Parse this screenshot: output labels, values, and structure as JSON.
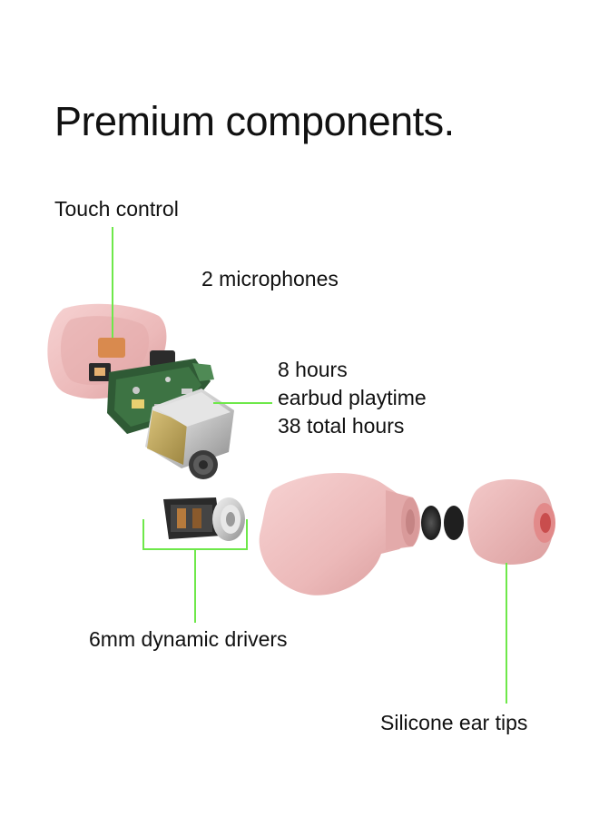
{
  "heading": "Premium components.",
  "features": {
    "touch_control": "Touch control",
    "microphones": "2 microphones",
    "battery": {
      "line1": "8 hours",
      "line2": "earbud playtime",
      "line3": "38 total hours"
    },
    "drivers": "6mm dynamic drivers",
    "ear_tips": "Silicone ear tips"
  },
  "colors": {
    "callout_line": "#6ee84a",
    "shell_pink": "#efbfbf",
    "text": "#111111"
  }
}
